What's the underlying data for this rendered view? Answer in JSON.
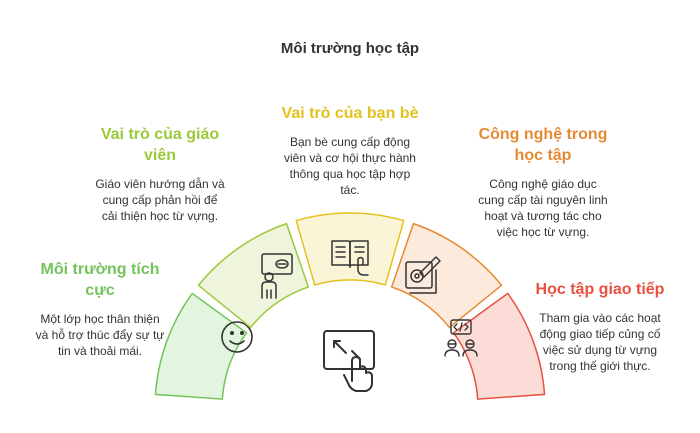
{
  "title": "Môi trường học tập",
  "sections": {
    "positive": {
      "heading_lines": [
        "Môi trường tích",
        "cực"
      ],
      "body_lines": [
        "Một lớp học thân thiện",
        "và hỗ trợ thúc đẩy sự tự",
        "tin và thoải mái."
      ],
      "color": "#72c45a",
      "fill": "#e3f5de",
      "icon": "smiley-icon"
    },
    "teacher": {
      "heading_lines": [
        "Vai trò của giáo",
        "viên"
      ],
      "body_lines": [
        "Giáo viên hướng dẫn và",
        "cung cấp phản hồi để",
        "cải thiện học từ vựng."
      ],
      "color": "#9bc93c",
      "fill": "#eef5dc",
      "icon": "teacher-board-icon"
    },
    "peers": {
      "heading_lines": [
        "Vai trò của bạn bè"
      ],
      "body_lines": [
        "Bạn bè cung cấp động",
        "viên và cơ hội thực hành",
        "thông qua học tập hợp",
        "tác."
      ],
      "color": "#e3c11f",
      "fill": "#fbf5d8",
      "icon": "open-book-icon"
    },
    "technology": {
      "heading_lines": [
        "Công nghệ trong",
        "học tập"
      ],
      "body_lines": [
        "Công nghệ giáo dục",
        "cung cấp tài nguyên linh",
        "hoạt và tương tác cho",
        "việc học từ vựng."
      ],
      "color": "#e58a33",
      "fill": "#fcebdc",
      "icon": "edit-tablet-icon"
    },
    "communication": {
      "heading_lines": [
        "Học tập giao tiếp"
      ],
      "body_lines": [
        "Tham gia vào các hoạt",
        "động giao tiếp củng cố",
        "việc sử dụng từ vựng",
        "trong thế giới thực."
      ],
      "color": "#e8513f",
      "fill": "#fcdcd7",
      "icon": "people-code-icon"
    }
  },
  "center_icon": "touch-expand-icon"
}
